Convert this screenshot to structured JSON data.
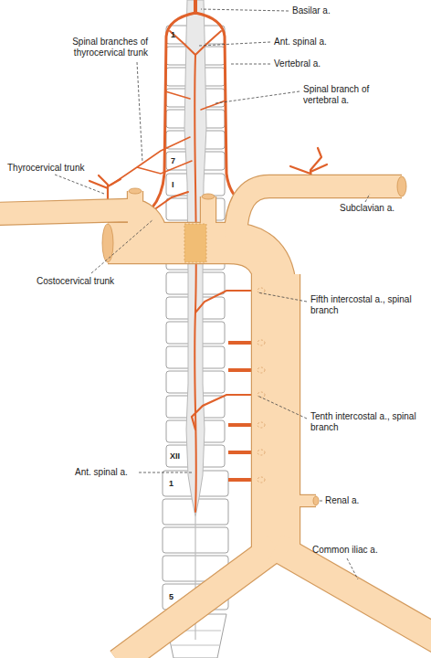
{
  "diagram": {
    "labels": [
      "Basilar a.",
      "Ant. spinal a.",
      "Vertebral a.",
      "Spinal branches of thyrocervical trunk",
      "Spinal branch of vertebral a.",
      "Thyrocervical trunk",
      "Subclavian a.",
      "Costocervical trunk",
      "Fifth intercostal a., spinal branch",
      "Ant. spinal a.",
      "Tenth intercostal a., spinal branch",
      "Renal a.",
      "Common iliac a.",
      "1",
      "7",
      "I",
      "XII",
      "1",
      "5"
    ]
  }
}
